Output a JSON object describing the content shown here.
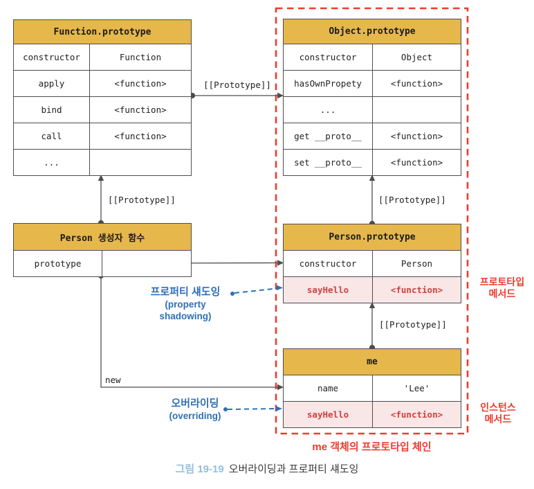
{
  "tables": {
    "function_prototype": {
      "title": "Function.prototype",
      "rows": [
        {
          "key": "constructor",
          "value": "Function"
        },
        {
          "key": "apply",
          "value": "<function>"
        },
        {
          "key": "bind",
          "value": "<function>"
        },
        {
          "key": "call",
          "value": "<function>"
        },
        {
          "key": "...",
          "value": ""
        }
      ]
    },
    "object_prototype": {
      "title": "Object.prototype",
      "rows": [
        {
          "key": "constructor",
          "value": "Object"
        },
        {
          "key": "hasOwnPropety",
          "value": "<function>"
        },
        {
          "key": "...",
          "value": ""
        },
        {
          "key": "get __proto__",
          "value": "<function>"
        },
        {
          "key": "set __proto__",
          "value": "<function>"
        }
      ]
    },
    "person_constructor": {
      "title": "Person 생성자 함수",
      "rows": [
        {
          "key": "prototype",
          "value": ""
        }
      ]
    },
    "person_prototype": {
      "title": "Person.prototype",
      "rows": [
        {
          "key": "constructor",
          "value": "Person"
        },
        {
          "key": "sayHello",
          "value": "<function>"
        }
      ]
    },
    "me": {
      "title": "me",
      "rows": [
        {
          "key": "name",
          "value": "'Lee'"
        },
        {
          "key": "sayHello",
          "value": "<function>"
        }
      ]
    }
  },
  "connectors": {
    "prototype_link_top": "[[Prototype]]",
    "prototype_link_left": "[[Prototype]]",
    "prototype_link_right_upper": "[[Prototype]]",
    "prototype_link_right_lower": "[[Prototype]]",
    "new_label": "new"
  },
  "annotations": {
    "property_shadowing_ko": "프로퍼티 섀도잉",
    "property_shadowing_en": "(property shadowing)",
    "overriding_ko": "오버라이딩",
    "overriding_en": "(overriding)",
    "prototype_method_line1": "프로토타입",
    "prototype_method_line2": "메서드",
    "instance_method_line1": "인스턴스",
    "instance_method_line2": "메서드",
    "chain_caption": "me 객체의 프로토타입 체인"
  },
  "caption": {
    "figure_number": "그림 19-19",
    "figure_title": "오버라이딩과 프로퍼티 섀도잉"
  },
  "colors": {
    "header_gold": "#e6b74a",
    "highlight_pink": "#f9e6e6",
    "highlight_red_text": "#d23f3f",
    "dashed_red": "#ee3b2e",
    "annotation_blue": "#2e6fb7",
    "caption_blue": "#93bfdf",
    "line_gray": "#4d4d4d"
  }
}
